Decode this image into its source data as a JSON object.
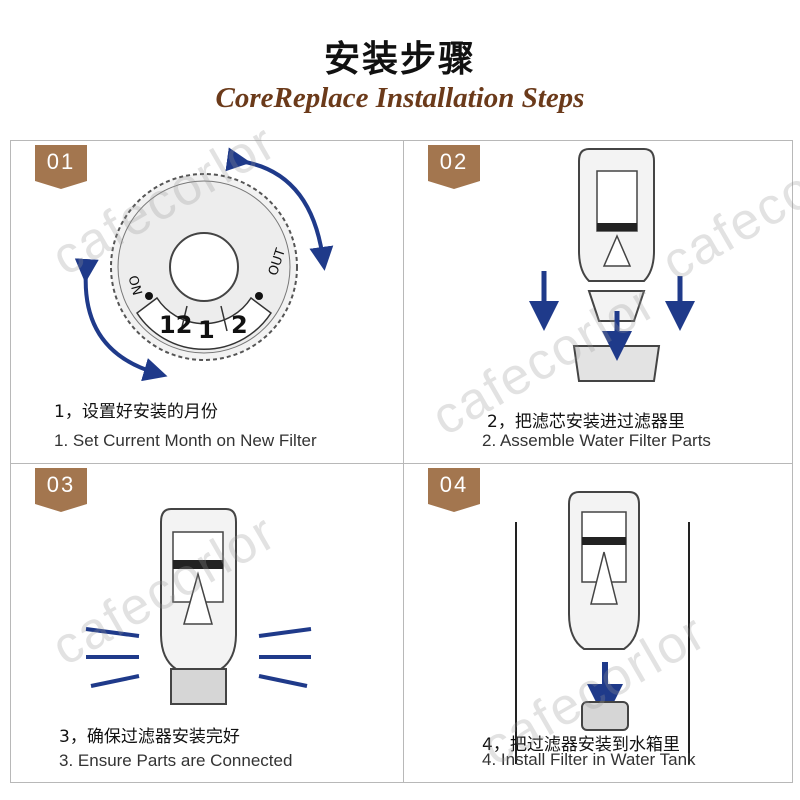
{
  "title_cn": "安装步骤",
  "title_en": "CoreReplace Installation Steps",
  "watermark": "cafecorlor",
  "steps": [
    {
      "badge": "01",
      "cn": "1，设置好安装的月份",
      "en": "1. Set Current Month on New Filter"
    },
    {
      "badge": "02",
      "cn": "2，把滤芯安装进过滤器里",
      "en": "2. Assemble Water Filter Parts"
    },
    {
      "badge": "03",
      "cn": "3，确保过滤器安装完好",
      "en": "3. Ensure Parts are Connected"
    },
    {
      "badge": "04",
      "cn": "4，把过滤器安装到水箱里",
      "en": "4. Install Filter in Water Tank"
    }
  ],
  "dial": {
    "on_label": "ON",
    "out_label": "OUT",
    "months": [
      "12",
      "1",
      "2"
    ]
  },
  "colors": {
    "badge": "#a3764f",
    "arrow": "#1f3a8a",
    "title_en": "#6b3a1a"
  }
}
